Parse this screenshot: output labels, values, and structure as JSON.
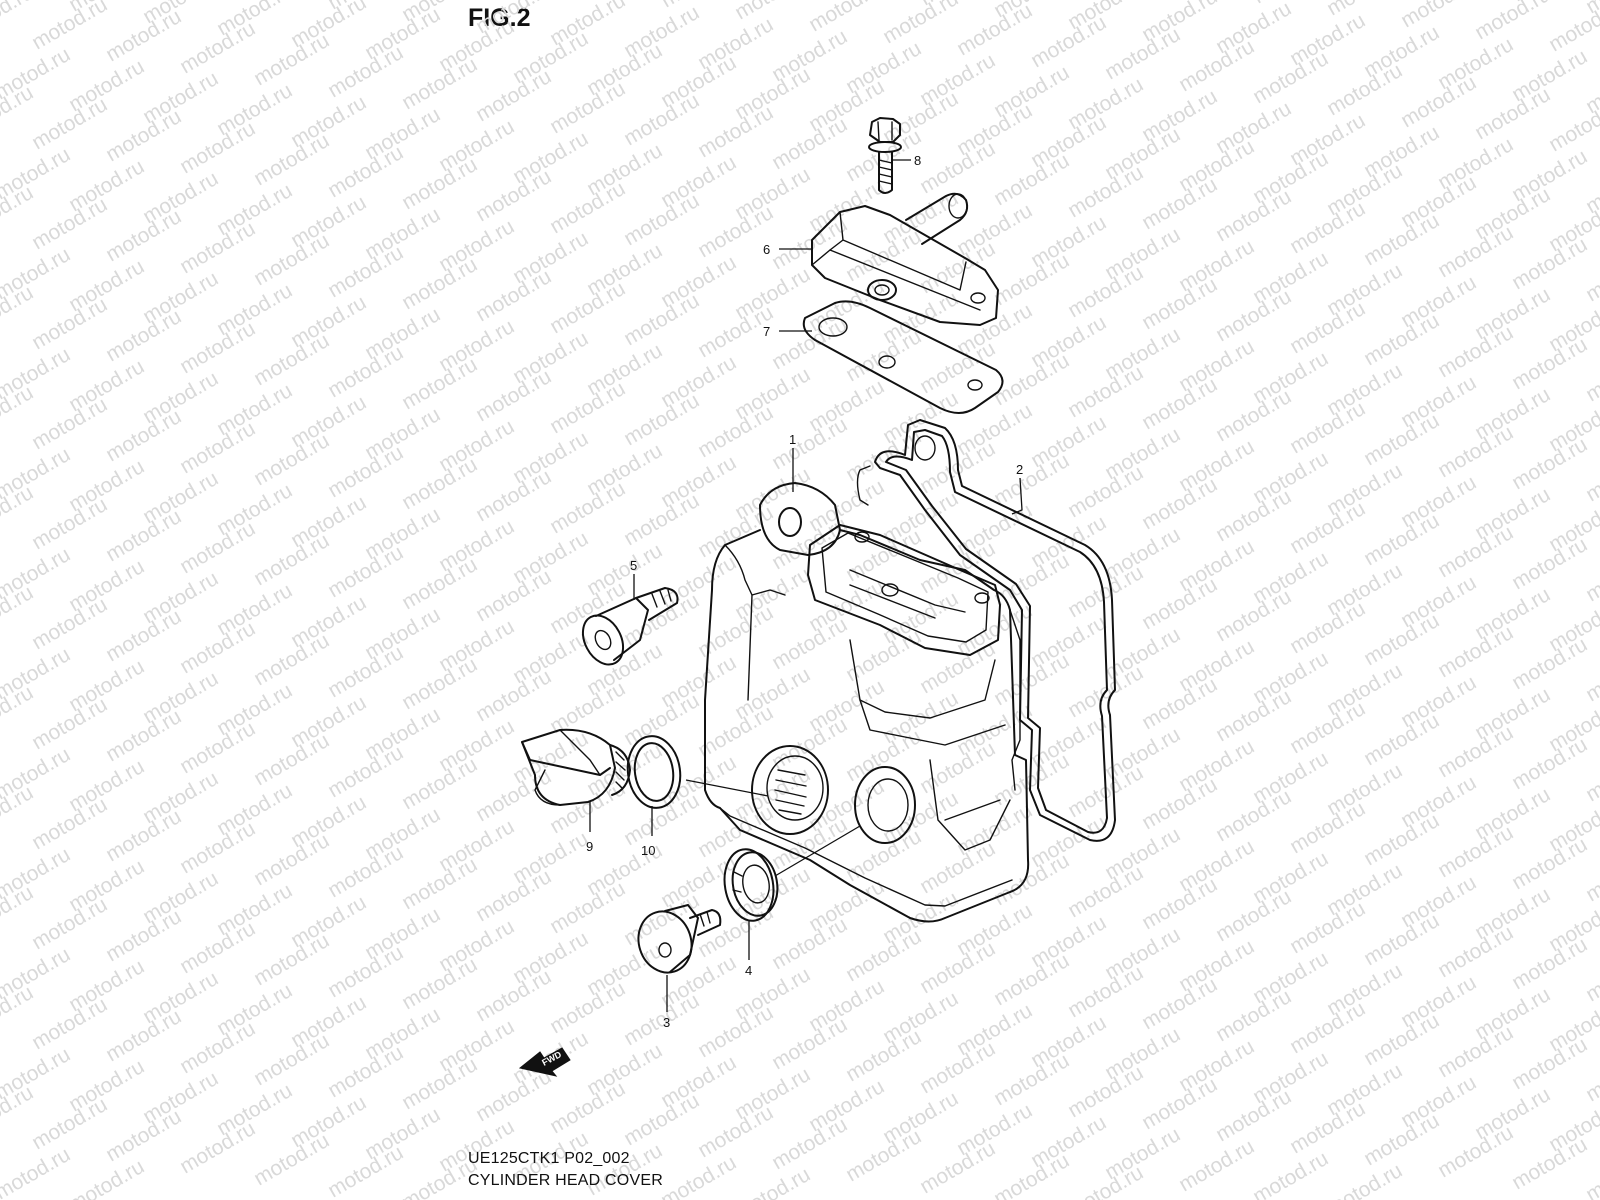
{
  "figure": {
    "title": "FIG.2"
  },
  "watermark": {
    "text": "motod.ru"
  },
  "direction_marker": {
    "label": "FWD"
  },
  "callouts": [
    {
      "number": "1"
    },
    {
      "number": "2"
    },
    {
      "number": "3"
    },
    {
      "number": "4"
    },
    {
      "number": "5"
    },
    {
      "number": "6"
    },
    {
      "number": "7"
    },
    {
      "number": "8"
    },
    {
      "number": "9"
    },
    {
      "number": "10"
    }
  ],
  "footer": {
    "code": "UE125CTK1  P02_002",
    "name": "CYLINDER HEAD COVER"
  }
}
